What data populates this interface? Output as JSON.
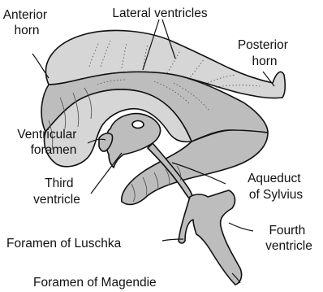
{
  "labels": {
    "anterior_horn": [
      "Anterior",
      "horn"
    ],
    "lateral_ventricles": "Lateral ventricles",
    "posterior_horn": [
      "Posterior",
      "horn"
    ],
    "ventricular_foramen": [
      "Ventricular",
      "foramen"
    ],
    "third_ventricle": [
      "Third",
      "ventricle"
    ],
    "aqueduct_of_sylvius": [
      "Aqueduct",
      "of Sylvius"
    ],
    "fourth_ventricle": [
      "Fourth",
      "ventricle"
    ],
    "foramen_of_luschka": "Foramen of Luschka",
    "foramen_of_magendie": "Foramen of Magendie"
  },
  "colors": {
    "ventricle_fill": "#bdbdbd",
    "ventricle_fill_light": "#d6d6d6",
    "outline": "#111111",
    "background": "#ffffff"
  }
}
